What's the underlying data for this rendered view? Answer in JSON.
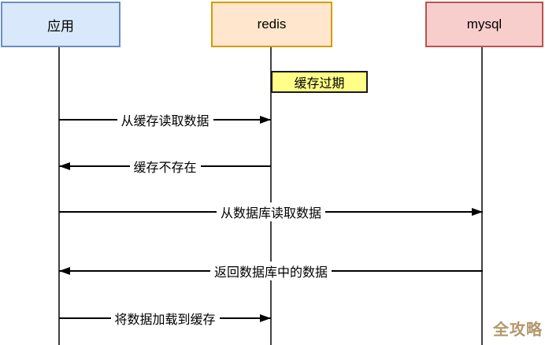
{
  "diagram": {
    "type": "sequence",
    "participants": [
      {
        "id": "app",
        "label": "应用",
        "fill": "#dae8fc",
        "border": "#6c8ebf"
      },
      {
        "id": "redis",
        "label": "redis",
        "fill": "#ffe6cc",
        "border": "#d79b00"
      },
      {
        "id": "mysql",
        "label": "mysql",
        "fill": "#f8cecc",
        "border": "#b85450"
      }
    ],
    "note": {
      "label": "缓存过期",
      "fill": "#ffff88",
      "border": "#1a1a1a",
      "attached_to": "redis"
    },
    "messages": [
      {
        "from": "应用",
        "to": "redis",
        "direction": "right",
        "label": "从缓存读取数据"
      },
      {
        "from": "redis",
        "to": "应用",
        "direction": "left",
        "label": "缓存不存在"
      },
      {
        "from": "应用",
        "to": "mysql",
        "direction": "right",
        "label": "从数据库读取数据"
      },
      {
        "from": "mysql",
        "to": "应用",
        "direction": "left",
        "label": "返回数据库中的数据"
      },
      {
        "from": "应用",
        "to": "redis",
        "direction": "right",
        "label": "将数据加载到缓存"
      }
    ],
    "watermark": {
      "label": "全攻略",
      "color": "#b2976a"
    },
    "colors": {
      "arrow_line": "#000000",
      "lifeline": "#3f4245",
      "background": "#ffffff"
    }
  }
}
